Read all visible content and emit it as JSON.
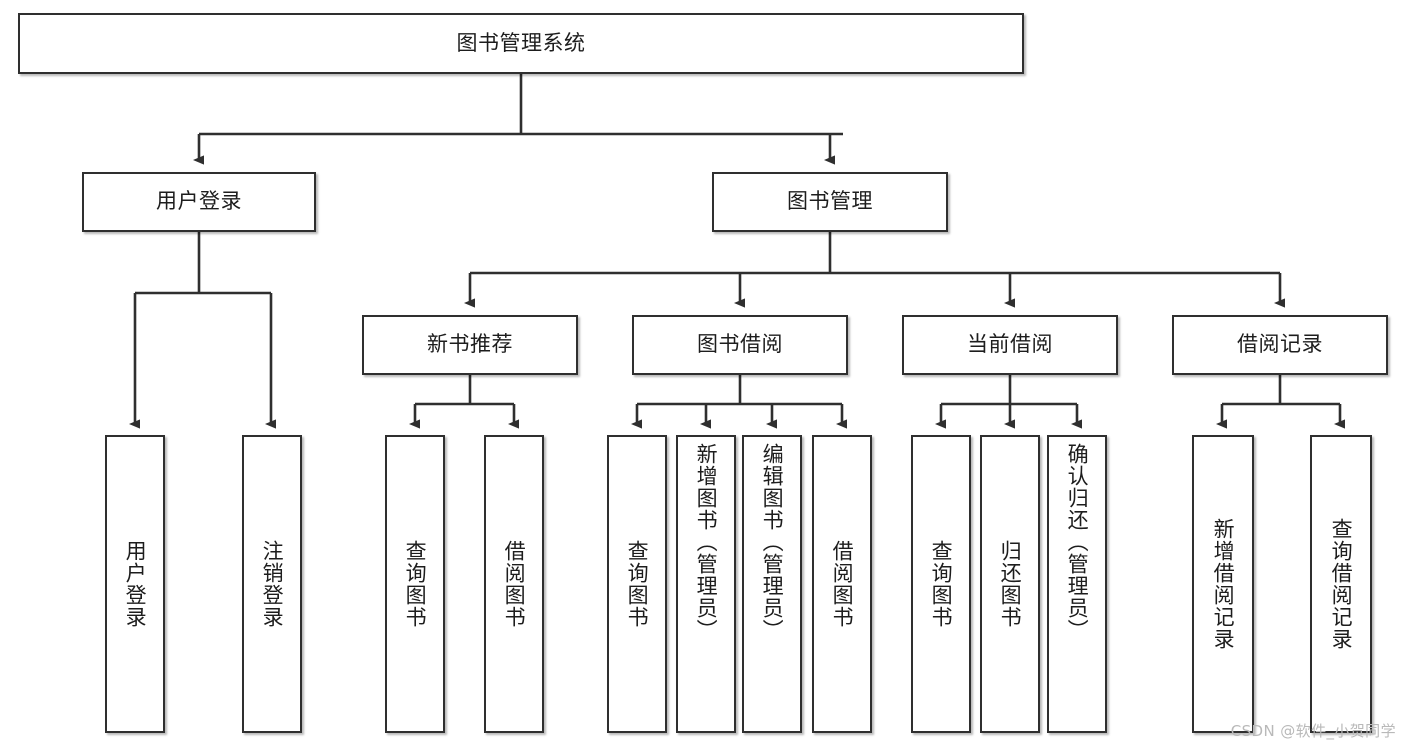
{
  "diagram": {
    "title": "图书管理系统",
    "type": "tree-hierarchy-diagram",
    "colors": {
      "box_border": "#2f2f2f",
      "box_fill": "#ffffff",
      "connector": "#2f2f2f",
      "text": "#1d1d1d",
      "background": "#ffffff",
      "watermark": "#b9b9b9"
    },
    "root": {
      "label": "图书管理系统"
    },
    "level2": [
      {
        "label": "用户登录"
      },
      {
        "label": "图书管理"
      }
    ],
    "level3": [
      {
        "label": "新书推荐"
      },
      {
        "label": "图书借阅"
      },
      {
        "label": "当前借阅"
      },
      {
        "label": "借阅记录"
      }
    ],
    "leaves": {
      "user_login": [
        {
          "label": "用户登录"
        },
        {
          "label": "注销登录"
        }
      ],
      "new_book_recommend": [
        {
          "label": "查询图书"
        },
        {
          "label": "借阅图书"
        }
      ],
      "book_borrow": [
        {
          "label": "查询图书"
        },
        {
          "label": "新增图书（管理员）"
        },
        {
          "label": "编辑图书（管理员）"
        },
        {
          "label": "借阅图书"
        }
      ],
      "current_borrow": [
        {
          "label": "查询图书"
        },
        {
          "label": "归还图书"
        },
        {
          "label": "确认归还（管理员）"
        }
      ],
      "borrow_records": [
        {
          "label": "新增借阅记录"
        },
        {
          "label": "查询借阅记录"
        }
      ]
    }
  },
  "watermark": {
    "text": "CSDN @软件_小贺同学"
  }
}
